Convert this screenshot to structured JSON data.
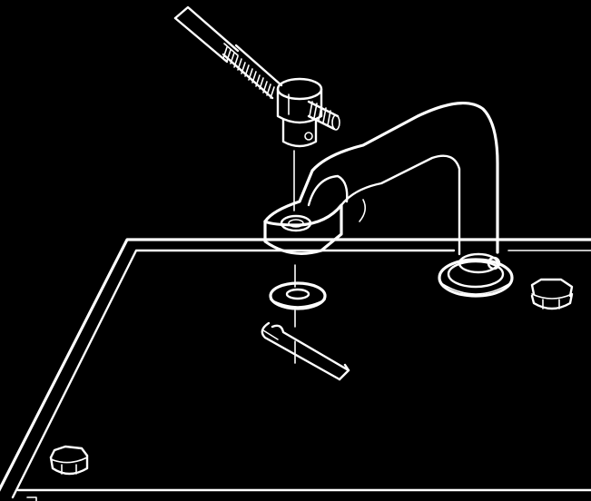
{
  "figure": {
    "type": "exploded-assembly-line-drawing",
    "background_color": "#000000",
    "line_color": "#ffffff",
    "parts": [
      {
        "id": "threaded-rod",
        "icon": "threaded-rod-icon"
      },
      {
        "id": "swivel-connector",
        "icon": "swivel-connector-icon"
      },
      {
        "id": "bent-lever-arm",
        "icon": "lever-arm-icon"
      },
      {
        "id": "flat-washer",
        "icon": "washer-icon"
      },
      {
        "id": "cotter-pin",
        "icon": "cotter-pin-icon"
      },
      {
        "id": "pivot-bushing",
        "icon": "bushing-icon"
      },
      {
        "id": "hex-nut-right",
        "icon": "hex-nut-icon"
      },
      {
        "id": "hex-nut-left",
        "icon": "hex-nut-icon"
      },
      {
        "id": "mounting-plate",
        "icon": "plate-icon"
      }
    ]
  }
}
